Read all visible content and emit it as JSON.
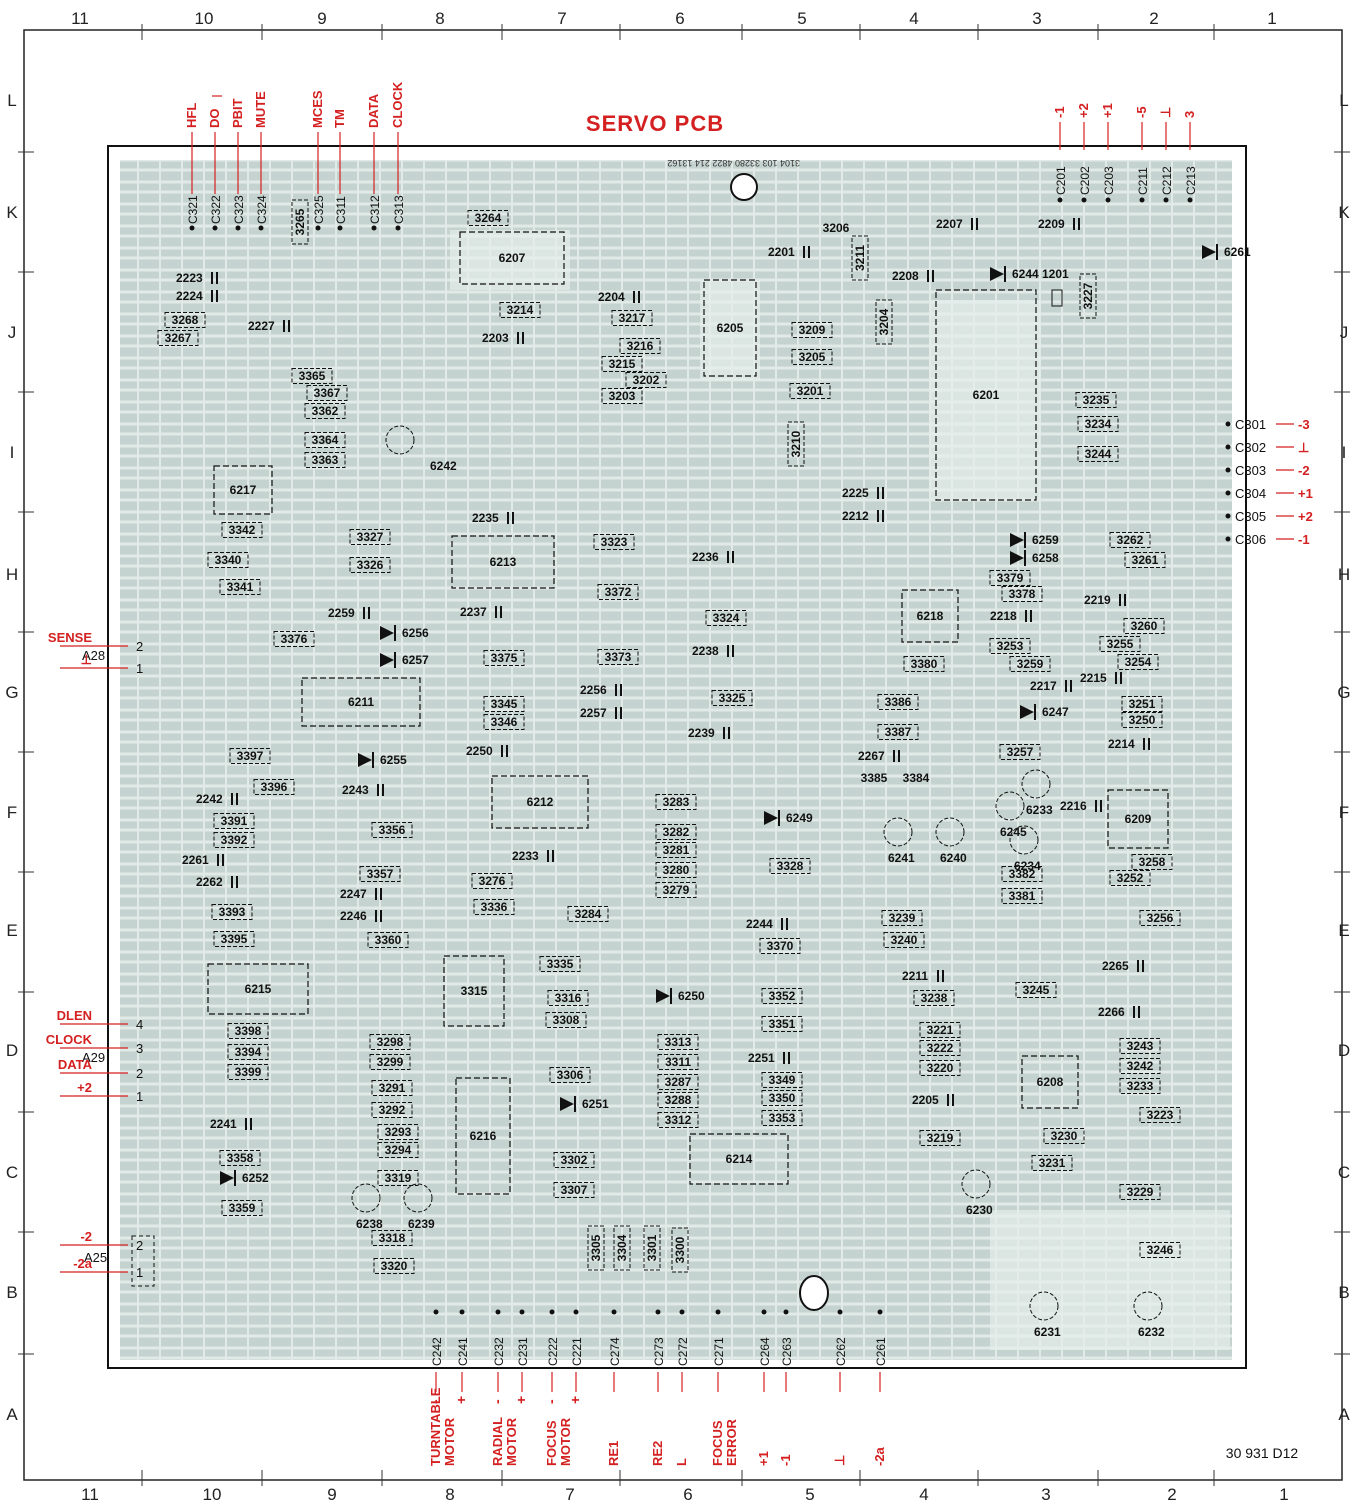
{
  "title": "SERVO PCB",
  "drawing_number": "30 931 D12",
  "board_print": "3104 103 33280  4822 214 13162",
  "grid": {
    "columns": [
      "11",
      "10",
      "9",
      "8",
      "7",
      "6",
      "5",
      "4",
      "3",
      "2",
      "1"
    ],
    "rows": [
      "L",
      "K",
      "J",
      "I",
      "H",
      "G",
      "F",
      "E",
      "D",
      "C",
      "B",
      "A"
    ]
  },
  "top_signals": [
    {
      "name": "HFL",
      "cap": "C321"
    },
    {
      "name": "DO",
      "cap": "C322"
    },
    {
      "name": "PBIT",
      "cap": "C323"
    },
    {
      "name": "MUTE",
      "cap": "C324"
    },
    {
      "name": "MCES",
      "cap": "C325"
    },
    {
      "name": "TM",
      "cap": "C311"
    },
    {
      "name": "DATA",
      "cap": "C312"
    },
    {
      "name": "CLOCK",
      "cap": "C313"
    }
  ],
  "top_right_signals": [
    {
      "name": "-1",
      "cap": "C201"
    },
    {
      "name": "+2",
      "cap": "C202"
    },
    {
      "name": "+1",
      "cap": "C203"
    },
    {
      "name": "-5",
      "cap": "C211"
    },
    {
      "name": "⊥",
      "cap": "C212"
    },
    {
      "name": "3",
      "cap": "C213"
    }
  ],
  "right_connectors": [
    {
      "cap": "C301",
      "signal": "-3"
    },
    {
      "cap": "C302",
      "signal": "⊥"
    },
    {
      "cap": "C303",
      "signal": "-2"
    },
    {
      "cap": "C304",
      "signal": "+1"
    },
    {
      "cap": "C305",
      "signal": "+2"
    },
    {
      "cap": "C306",
      "signal": "-1"
    }
  ],
  "left_connectors": [
    {
      "connector": "A28",
      "pins": [
        {
          "signal": "SENSE",
          "pin": "2"
        },
        {
          "signal": "⊥",
          "pin": "1"
        }
      ]
    },
    {
      "connector": "A29",
      "pins": [
        {
          "signal": "DLEN",
          "pin": "4"
        },
        {
          "signal": "CLOCK",
          "pin": "3"
        },
        {
          "signal": "DATA",
          "pin": "2"
        },
        {
          "signal": "+2",
          "pin": "1"
        }
      ]
    },
    {
      "connector": "A25",
      "pins": [
        {
          "signal": "-2",
          "pin": "2"
        },
        {
          "signal": "-2a",
          "pin": "1"
        }
      ]
    }
  ],
  "bottom_connectors": [
    {
      "cap": "C242",
      "signal": "TURNTABLE MOTOR",
      "pol": "-"
    },
    {
      "cap": "C241",
      "signal": "",
      "pol": "+"
    },
    {
      "cap": "C232",
      "signal": "RADIAL MOTOR",
      "pol": "-"
    },
    {
      "cap": "C231",
      "signal": "",
      "pol": "+"
    },
    {
      "cap": "C222",
      "signal": "FOCUS MOTOR",
      "pol": "-"
    },
    {
      "cap": "C221",
      "signal": "",
      "pol": "+"
    },
    {
      "cap": "C274",
      "signal": "RE1",
      "pol": ""
    },
    {
      "cap": "C273",
      "signal": "RE2",
      "pol": ""
    },
    {
      "cap": "C272",
      "signal": "L",
      "pol": ""
    },
    {
      "cap": "C271",
      "signal": "FOCUS ERROR",
      "pol": ""
    },
    {
      "cap": "C264",
      "signal": "+1",
      "pol": ""
    },
    {
      "cap": "C263",
      "signal": "-1",
      "pol": ""
    },
    {
      "cap": "C262",
      "signal": "⊥",
      "pol": ""
    },
    {
      "cap": "C261",
      "signal": "-2a",
      "pol": ""
    }
  ],
  "ics": [
    {
      "ref": "6207"
    },
    {
      "ref": "6205"
    },
    {
      "ref": "6201"
    },
    {
      "ref": "6217"
    },
    {
      "ref": "6213"
    },
    {
      "ref": "6211"
    },
    {
      "ref": "6218"
    },
    {
      "ref": "6212"
    },
    {
      "ref": "6209"
    },
    {
      "ref": "6215"
    },
    {
      "ref": "6216"
    },
    {
      "ref": "6214"
    },
    {
      "ref": "6208"
    },
    {
      "ref": "3315"
    }
  ],
  "resistors": [
    "3264",
    "3268",
    "3267",
    "3214",
    "3217",
    "3209",
    "3216",
    "3215",
    "3202",
    "3203",
    "3205",
    "3201",
    "3204",
    "3211",
    "3227",
    "3365",
    "3367",
    "3362",
    "3364",
    "3363",
    "3210",
    "3235",
    "3234",
    "3244",
    "3342",
    "3340",
    "3341",
    "3327",
    "3326",
    "3323",
    "3262",
    "3261",
    "3379",
    "3378",
    "3372",
    "3324",
    "3376",
    "3260",
    "3255",
    "3254",
    "3253",
    "3259",
    "3375",
    "3373",
    "3380",
    "3386",
    "3345",
    "3346",
    "3325",
    "3387",
    "3251",
    "3250",
    "3257",
    "3397",
    "3396",
    "3283",
    "3282",
    "3281",
    "3280",
    "3279",
    "3391",
    "3392",
    "3356",
    "3357",
    "3276",
    "3336",
    "3328",
    "3382",
    "3381",
    "3258",
    "3252",
    "3393",
    "3395",
    "3360",
    "3284",
    "3370",
    "3239",
    "3240",
    "3256",
    "3335",
    "3316",
    "3308",
    "3352",
    "3351",
    "3238",
    "3245",
    "3398",
    "3394",
    "3399",
    "3298",
    "3299",
    "3313",
    "3311",
    "3287",
    "3288",
    "3312",
    "3306",
    "3349",
    "3350",
    "3353",
    "3221",
    "3222",
    "3220",
    "3243",
    "3242",
    "3233",
    "3291",
    "3292",
    "3293",
    "3294",
    "3302",
    "3307",
    "3219",
    "3223",
    "3230",
    "3231",
    "3229",
    "3358",
    "3359",
    "3319",
    "3318",
    "3320",
    "3305",
    "3304",
    "3301",
    "3300",
    "3246",
    "3265"
  ],
  "capacitors": [
    "2223",
    "2224",
    "2227",
    "2201",
    "2207",
    "2208",
    "2209",
    "2204",
    "2203",
    "2225",
    "2212",
    "2235",
    "2236",
    "2237",
    "2259",
    "2238",
    "2218",
    "2219",
    "2256",
    "2257",
    "2239",
    "2217",
    "2215",
    "2267",
    "2250",
    "2214",
    "2242",
    "2243",
    "2216",
    "2233",
    "2261",
    "2262",
    "2247",
    "2246",
    "2244",
    "2265",
    "2211",
    "2266",
    "2251",
    "2205",
    "2241"
  ],
  "transistors": [
    "6242",
    "6233",
    "6245",
    "6234",
    "6241",
    "6240",
    "6230",
    "6238",
    "6239",
    "6231",
    "6232"
  ],
  "diodes": [
    "6261",
    "6244",
    "6259",
    "6258",
    "6256",
    "6257",
    "6247",
    "6255",
    "6249",
    "6250",
    "6251",
    "6252"
  ],
  "crystal": "1201",
  "coils": [
    "3206",
    "3385",
    "3384"
  ]
}
